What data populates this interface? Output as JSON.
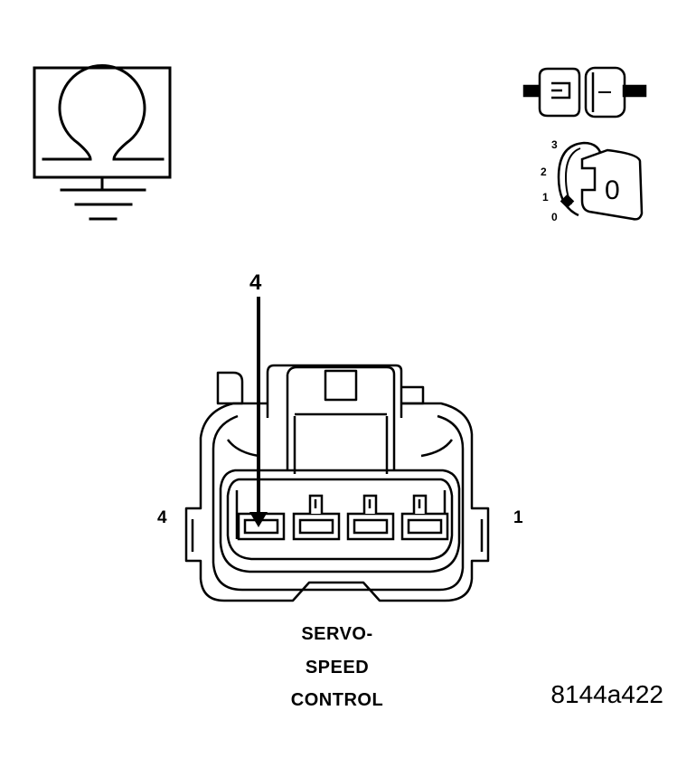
{
  "ohmmeter": {
    "symbol": "Ω"
  },
  "ignition": {
    "positions": [
      "3",
      "2",
      "1",
      "0"
    ],
    "key_state": "0"
  },
  "connector": {
    "callout_pin": "4",
    "left_pin_label": "4",
    "right_pin_label": "1",
    "caption": [
      "SERVO-",
      "SPEED",
      "CONTROL"
    ]
  },
  "figure_id": "8144a422",
  "colors": {
    "ink": "#000000",
    "background": "#ffffff"
  }
}
